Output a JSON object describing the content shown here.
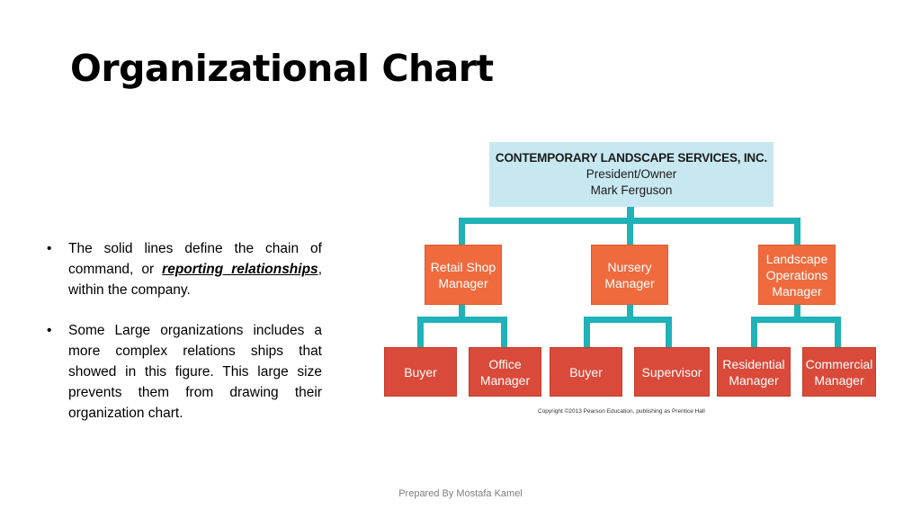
{
  "slide": {
    "title": "Organizational Chart",
    "footer": "Prepared By Mostafa Kamel"
  },
  "bullets": {
    "b1_before": "The solid lines define the chain of command, or ",
    "b1_emph": "reporting relationships",
    "b1_after": ", within the company.",
    "b2": "Some Large organizations includes a more complex relations ships that showed in this figure. This large size prevents them from drawing their organization chart."
  },
  "org": {
    "top": {
      "company": "CONTEMPORARY LANDSCAPE SERVICES, INC.",
      "role": "President/Owner",
      "name": "Mark Ferguson"
    },
    "managers": [
      {
        "lines": [
          "Retail Shop",
          "Manager"
        ]
      },
      {
        "lines": [
          "Nursery",
          "Manager"
        ]
      },
      {
        "lines": [
          "Landscape",
          "Operations",
          "Manager"
        ]
      }
    ],
    "staff": [
      {
        "lines": [
          "Buyer"
        ]
      },
      {
        "lines": [
          "Office",
          "Manager"
        ]
      },
      {
        "lines": [
          "Buyer"
        ]
      },
      {
        "lines": [
          "Supervisor"
        ]
      },
      {
        "lines": [
          "Residential",
          "Manager"
        ]
      },
      {
        "lines": [
          "Commercial",
          "Manager"
        ]
      }
    ],
    "copyright": "Copyright ©2013 Pearson Education, publishing as Prentice Hall"
  },
  "colors": {
    "top_box": "#c8e8f1",
    "manager_box": "#ef6b3e",
    "staff_box": "#d94a3a",
    "connector": "#1fb2b7"
  }
}
